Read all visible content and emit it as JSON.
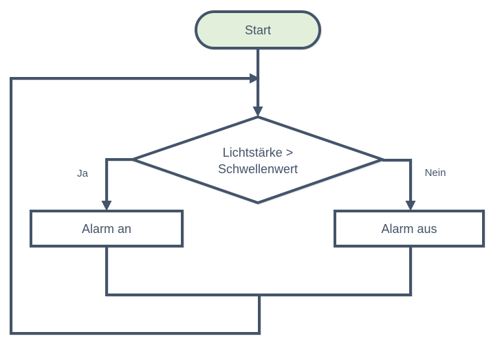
{
  "flowchart": {
    "nodes": {
      "start": {
        "label": "Start",
        "type": "terminator"
      },
      "decision": {
        "label": "Lichtstärke > Schwellenwert",
        "label_lines": [
          "Lichtstärke >",
          "Schwellenwert"
        ],
        "type": "decision"
      },
      "alarm_on": {
        "label": "Alarm an",
        "type": "process"
      },
      "alarm_off": {
        "label": "Alarm aus",
        "type": "process"
      }
    },
    "branches": {
      "yes_label": "Ja",
      "no_label": "Nein"
    },
    "colors": {
      "stroke": "#44546a",
      "text": "#44546a",
      "start_fill": "#e2efda",
      "process_fill": "#ffffff",
      "background": "#ffffff"
    }
  }
}
